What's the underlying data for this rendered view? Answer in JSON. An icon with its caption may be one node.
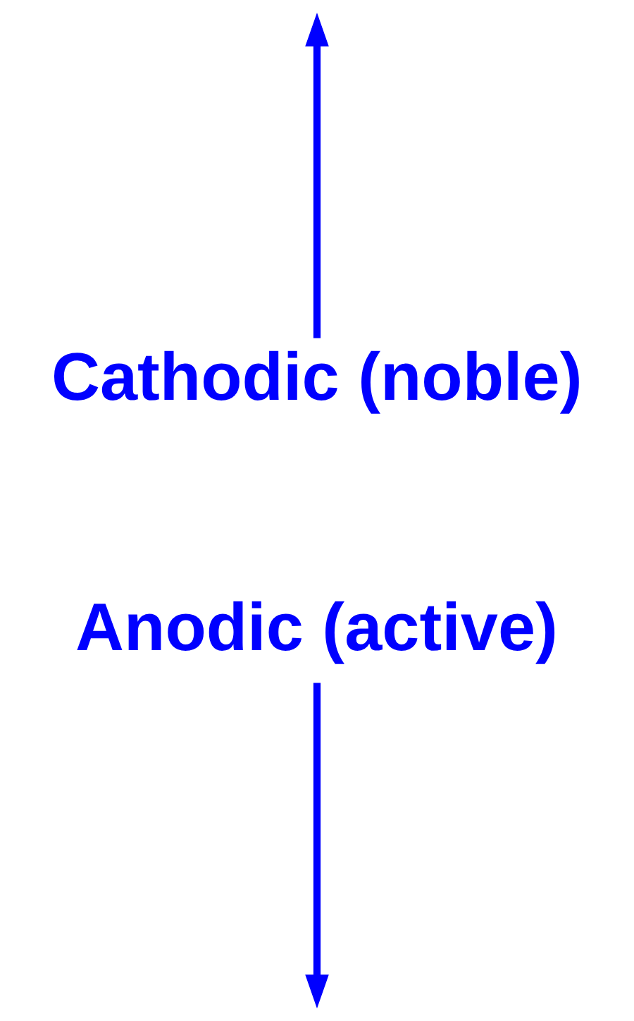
{
  "diagram": {
    "nodes": [
      {
        "text": [
          "Cathodic (noble)"
        ]
      },
      {
        "text": [
          "Anodic (active)"
        ]
      }
    ],
    "edges": [
      {
        "from": 0,
        "to": null,
        "arrow": "to"
      },
      {
        "from": 1,
        "to": null,
        "arrow": "to"
      }
    ]
  }
}
